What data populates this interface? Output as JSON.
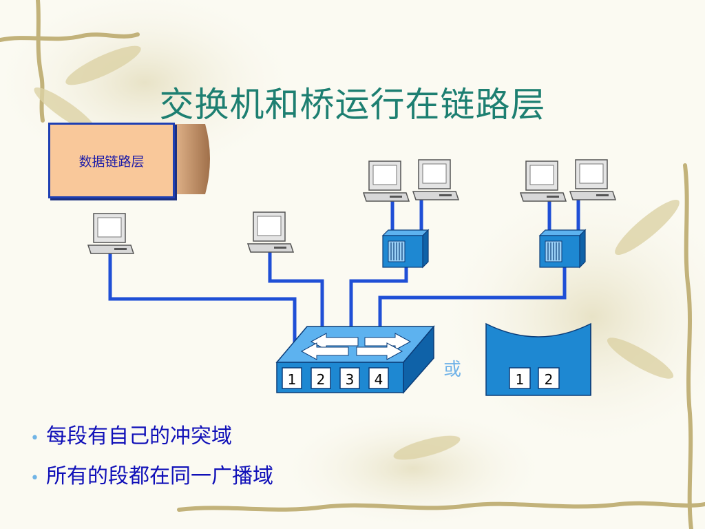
{
  "slide": {
    "title": "交换机和桥运行在链路层",
    "layer_label": "数据链路层",
    "or_label": "或",
    "switch_ports": [
      "1",
      "2",
      "3",
      "4"
    ],
    "bridge_ports": [
      "1",
      "2"
    ],
    "bullets": [
      "每段有自己的冲突域",
      "所有的段都在同一广播域"
    ]
  },
  "colors": {
    "title": "#1d7f71",
    "layer_box_fill": "#f9c89a",
    "layer_box_border": "#1e3fb3",
    "cable": "#1f4fd6",
    "device_blue": "#1e88d2",
    "bullet_text": "#1010b8",
    "bullet_dot": "#70b4e6"
  },
  "icons": [
    "computer-icon",
    "hub-icon",
    "switch-icon",
    "bridge-icon",
    "bamboo-decoration"
  ]
}
